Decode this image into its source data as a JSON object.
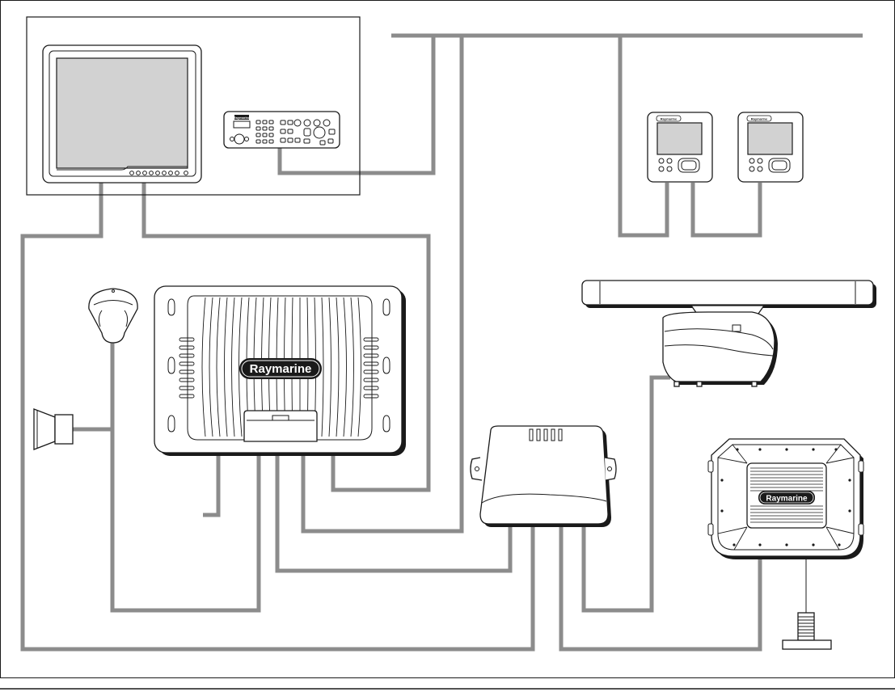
{
  "brand": {
    "main_unit_logo": "Raymarine",
    "sonar_module_logo": "Raymarine",
    "keypad_logo": "Raymarine",
    "instrument_logo": "Raymarine"
  },
  "colors": {
    "cable": "#8c8c8c",
    "outline": "#1a1a1a",
    "screen": "#d2d2d2",
    "background": "#ffffff"
  },
  "components": [
    {
      "id": "multifunction-display",
      "icon": "display-icon"
    },
    {
      "id": "remote-keypad",
      "icon": "keypad-icon"
    },
    {
      "id": "instrument-display-1",
      "icon": "instrument-icon"
    },
    {
      "id": "instrument-display-2",
      "icon": "instrument-icon"
    },
    {
      "id": "gps-antenna",
      "icon": "gps-antenna-icon"
    },
    {
      "id": "loudhailer-horn",
      "icon": "horn-icon"
    },
    {
      "id": "vhf-black-box",
      "icon": "radio-module-icon"
    },
    {
      "id": "radar-antenna",
      "icon": "open-array-radar-icon"
    },
    {
      "id": "network-switch",
      "icon": "switch-icon"
    },
    {
      "id": "sonar-module",
      "icon": "sonar-module-icon"
    },
    {
      "id": "transducer",
      "icon": "transducer-icon"
    }
  ]
}
